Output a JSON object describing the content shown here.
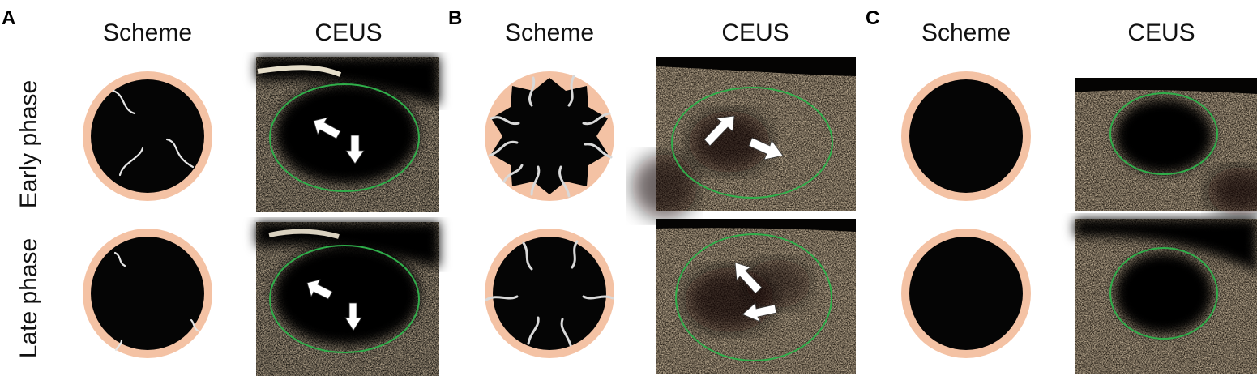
{
  "figure": {
    "panels": [
      {
        "letter": "A",
        "scheme_label": "Scheme",
        "ceus_label": "CEUS"
      },
      {
        "letter": "B",
        "scheme_label": "Scheme",
        "ceus_label": "CEUS"
      },
      {
        "letter": "C",
        "scheme_label": "Scheme",
        "ceus_label": "CEUS"
      }
    ],
    "rows": [
      {
        "label": "Early phase"
      },
      {
        "label": "Late phase"
      }
    ]
  },
  "colors": {
    "rim": "#f4c2a4",
    "lesion": "#050505",
    "vessel": "#e6e6e6",
    "outline": "#2fae4a",
    "arrow": "#ffffff",
    "tissue": "#a88a62"
  }
}
